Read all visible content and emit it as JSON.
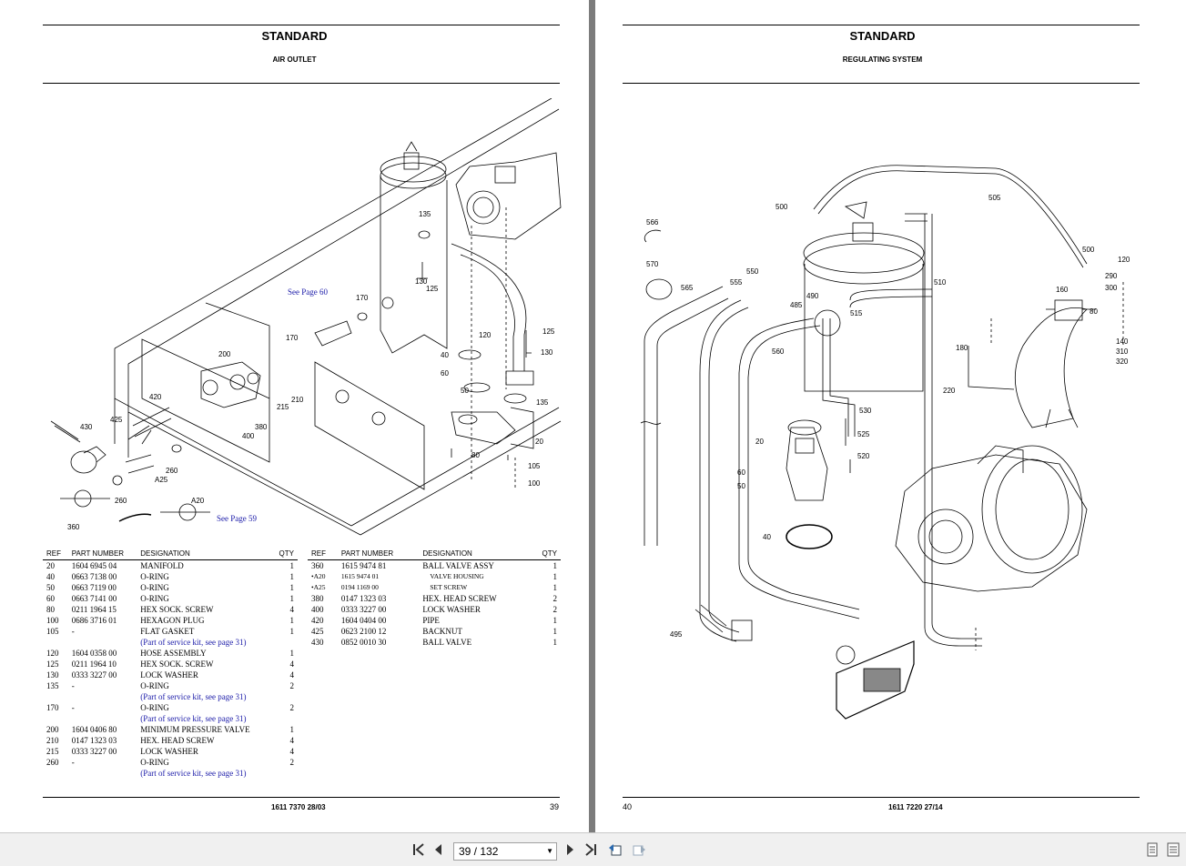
{
  "left_page": {
    "title": "STANDARD",
    "subtitle": "AIR OUTLET",
    "diagram_labels": {
      "n135": "135",
      "n130": "130",
      "n125a": "125",
      "n170a": "170",
      "n170b": "170",
      "n200": "200",
      "n420": "420",
      "n425": "425",
      "n430": "430",
      "n215": "215",
      "n210": "210",
      "n380": "380",
      "n400": "400",
      "n260a": "260",
      "n260b": "260",
      "A25": "A25",
      "A20": "A20",
      "n360": "360",
      "n120": "120",
      "n125b": "125",
      "n130b": "130",
      "n40": "40",
      "n60": "60",
      "n50": "50",
      "n135b": "135",
      "n20": "20",
      "n80": "80",
      "n105": "105",
      "n100": "100"
    },
    "see_page_60": "See Page 60",
    "see_page_59": "See Page 59",
    "headers": {
      "ref": "REF",
      "part": "PART NUMBER",
      "designation": "DESIGNATION",
      "qty": "QTY"
    },
    "rows_a": [
      {
        "ref": "20",
        "part": "1604 6945 04",
        "des": "MANIFOLD",
        "qty": "1"
      },
      {
        "ref": "40",
        "part": "0663 7138 00",
        "des": "O-RING",
        "qty": "1"
      },
      {
        "ref": "50",
        "part": "0663 7119 00",
        "des": "O-RING",
        "qty": "1"
      },
      {
        "ref": "60",
        "part": "0663 7141 00",
        "des": "O-RING",
        "qty": "1"
      },
      {
        "ref": "80",
        "part": "0211 1964 15",
        "des": "HEX SOCK. SCREW",
        "qty": "4"
      },
      {
        "ref": "100",
        "part": "0686 3716 01",
        "des": "HEXAGON PLUG",
        "qty": "1"
      },
      {
        "ref": "105",
        "part": "-",
        "des": "FLAT GASKET",
        "qty": "1"
      },
      {
        "ref": "",
        "part": "",
        "des": "(Part of service kit, see page 31)",
        "qty": "",
        "kit": true
      },
      {
        "ref": "120",
        "part": "1604 0358 00",
        "des": "HOSE ASSEMBLY",
        "qty": "1"
      },
      {
        "ref": "125",
        "part": "0211 1964 10",
        "des": "HEX SOCK. SCREW",
        "qty": "4"
      },
      {
        "ref": "130",
        "part": "0333 3227 00",
        "des": "LOCK WASHER",
        "qty": "4"
      },
      {
        "ref": "135",
        "part": "-",
        "des": "O-RING",
        "qty": "2"
      },
      {
        "ref": "",
        "part": "",
        "des": "(Part of service kit, see page 31)",
        "qty": "",
        "kit": true
      },
      {
        "ref": "170",
        "part": "-",
        "des": "O-RING",
        "qty": "2"
      },
      {
        "ref": "",
        "part": "",
        "des": "(Part of service kit, see page 31)",
        "qty": "",
        "kit": true
      },
      {
        "ref": "200",
        "part": "1604 0406 80",
        "des": "MINIMUM PRESSURE VALVE",
        "qty": "1"
      },
      {
        "ref": "210",
        "part": "0147 1323 03",
        "des": "HEX. HEAD SCREW",
        "qty": "4"
      },
      {
        "ref": "215",
        "part": "0333 3227 00",
        "des": "LOCK WASHER",
        "qty": "4"
      },
      {
        "ref": "260",
        "part": "-",
        "des": "O-RING",
        "qty": "2"
      },
      {
        "ref": "",
        "part": "",
        "des": "(Part of service kit, see page 31)",
        "qty": "",
        "kit": true
      }
    ],
    "rows_b": [
      {
        "ref": "360",
        "part": "1615 9474 81",
        "des": "BALL VALVE ASSY",
        "qty": "1"
      },
      {
        "ref": "•A20",
        "part": "1615 9474 01",
        "des": "VALVE HOUSING",
        "qty": "1",
        "sub": true
      },
      {
        "ref": "•A25",
        "part": "0194 1169 00",
        "des": "SET SCREW",
        "qty": "1",
        "sub": true
      },
      {
        "ref": "380",
        "part": "0147 1323 03",
        "des": "HEX. HEAD SCREW",
        "qty": "2"
      },
      {
        "ref": "400",
        "part": "0333 3227 00",
        "des": "LOCK WASHER",
        "qty": "2"
      },
      {
        "ref": "420",
        "part": "1604 0404 00",
        "des": "PIPE",
        "qty": "1"
      },
      {
        "ref": "425",
        "part": "0623 2100 12",
        "des": "BACKNUT",
        "qty": "1"
      },
      {
        "ref": "430",
        "part": "0852 0010 30",
        "des": "BALL VALVE",
        "qty": "1"
      }
    ],
    "footer_code": "1611 7370 28/03",
    "page_number": "39"
  },
  "right_page": {
    "title": "STANDARD",
    "subtitle": "REGULATING SYSTEM",
    "diagram_labels": {
      "n505": "505",
      "n500a": "500",
      "n500b": "500",
      "n566": "566",
      "n570": "570",
      "n565": "565",
      "n555": "555",
      "n550": "550",
      "n485": "485",
      "n490": "490",
      "n510": "510",
      "n515": "515",
      "n560": "560",
      "n530": "530",
      "n525": "525",
      "n520": "520",
      "n20": "20",
      "n60": "60",
      "n50": "50",
      "n40": "40",
      "n120": "120",
      "n290": "290",
      "n300": "300",
      "n160": "160",
      "n80": "80",
      "n140": "140",
      "n310": "310",
      "n320": "320",
      "n180": "180",
      "n220": "220",
      "n495": "495"
    },
    "footer_code": "1611 7220 27/14",
    "page_number": "40"
  },
  "toolbar": {
    "page_indicator": "39 / 132",
    "first_icon": "first-page-icon",
    "prev_icon": "previous-page-icon",
    "next_icon": "next-page-icon",
    "last_icon": "last-page-icon"
  }
}
